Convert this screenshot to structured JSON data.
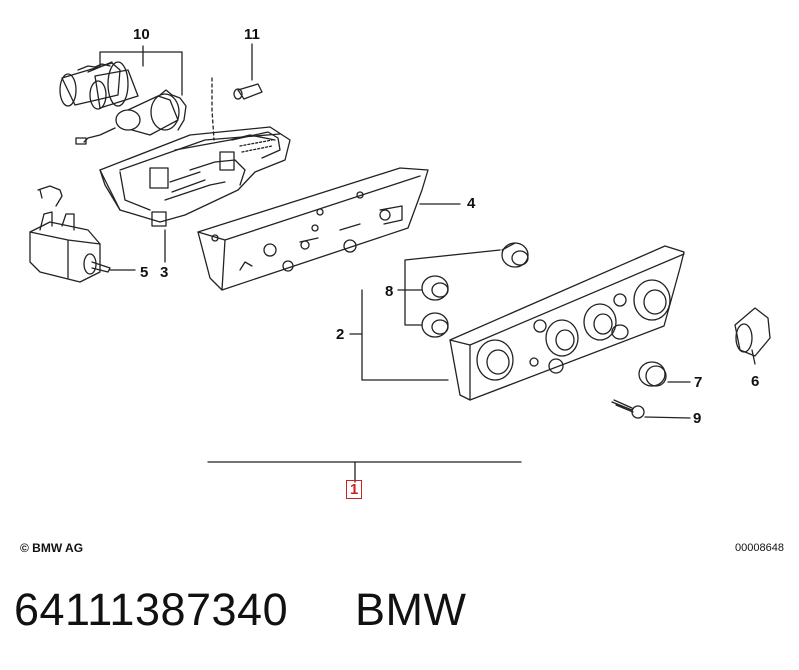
{
  "callouts": {
    "c1": "1",
    "c2": "2",
    "c3": "3",
    "c4": "4",
    "c5": "5",
    "c6": "6",
    "c7": "7",
    "c8": "8",
    "c9": "9",
    "c10": "10",
    "c11": "11"
  },
  "footer": {
    "copyright": "© BMW AG",
    "image_id": "00008648"
  },
  "caption": {
    "part_number": "64111387340",
    "brand": "BMW"
  },
  "colors": {
    "highlight_box": "#cc2222",
    "line_art": "#222222"
  }
}
